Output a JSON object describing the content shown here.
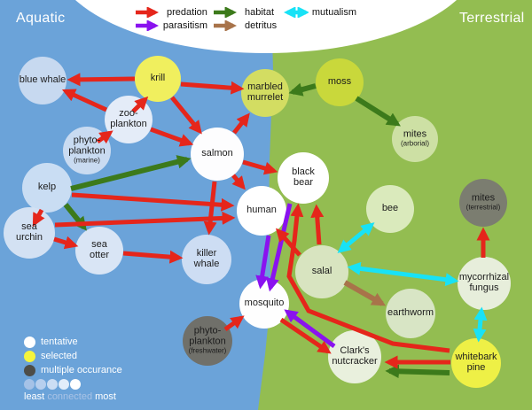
{
  "regions": {
    "aquatic": "Aquatic",
    "terrestrial": "Terrestrial"
  },
  "palette": {
    "aquatic_bg": "#6ba3d9",
    "terrestrial_bg": "#93bd51",
    "predation": "#e5261b",
    "parasitism": "#8a12ef",
    "habitat": "#3c7a1b",
    "detritus": "#a8734a",
    "mutualism": "#18e2f6",
    "tentative": "#ffffff",
    "selected": "#f4f43d",
    "multiple_occurance": "#4d4d48"
  },
  "relation_legend": [
    {
      "label": "predation",
      "color": "#e5261b",
      "double": false
    },
    {
      "label": "habitat",
      "color": "#3c7a1b",
      "double": false
    },
    {
      "label": "mutualism",
      "color": "#18e2f6",
      "double": true
    },
    {
      "label": "parasitism",
      "color": "#8a12ef",
      "double": false
    },
    {
      "label": "detritus",
      "color": "#a8734a",
      "double": false
    }
  ],
  "node_legend": {
    "tentative": "tentative",
    "selected": "selected",
    "multiple": "multiple occurance",
    "scale_least": "least",
    "scale_connected": "connected",
    "scale_most": "most",
    "gradient": [
      "#a5c2e7",
      "#b7cfee",
      "#cbddf4",
      "#e3edfa",
      "#ffffff"
    ]
  },
  "nodes": [
    {
      "id": "blue-whale",
      "label": "blue whale",
      "color": "#c7d9f0"
    },
    {
      "id": "krill",
      "label": "krill",
      "color": "#f0ef5e"
    },
    {
      "id": "zoo-plankton",
      "label": "zoo-plankton",
      "color": "#e4ecf8"
    },
    {
      "id": "phyto-marine",
      "label": "phyto-plankton",
      "sub": "(marine)",
      "color": "#c9dbf1"
    },
    {
      "id": "kelp",
      "label": "kelp",
      "color": "#c9ddf3"
    },
    {
      "id": "sea-urchin",
      "label": "sea urchin",
      "color": "#d3e1f3"
    },
    {
      "id": "sea-otter",
      "label": "sea otter",
      "color": "#d9e5f5"
    },
    {
      "id": "salmon",
      "label": "salmon",
      "color": "#fdfdfe"
    },
    {
      "id": "killer-whale",
      "label": "killer whale",
      "color": "#cdddf3"
    },
    {
      "id": "marbled-murrelet",
      "label": "marbled murrelet",
      "color": "#d3dd62"
    },
    {
      "id": "black-bear",
      "label": "black bear",
      "color": "#ffffff"
    },
    {
      "id": "human",
      "label": "human",
      "color": "#ffffff"
    },
    {
      "id": "mosquito",
      "label": "mosquito",
      "color": "#fefefe"
    },
    {
      "id": "phyto-freshwater",
      "label": "phyto-plankton",
      "sub": "(freshwater)",
      "color": "#70706a"
    },
    {
      "id": "moss",
      "label": "moss",
      "color": "#c9d83b"
    },
    {
      "id": "mites-arborial",
      "label": "mites",
      "sub": "(arborial)",
      "color": "#cde0a4"
    },
    {
      "id": "bee",
      "label": "bee",
      "color": "#daeabc"
    },
    {
      "id": "mites-terrestrial",
      "label": "mites",
      "sub": "(terrestrial)",
      "color": "#7b7d70"
    },
    {
      "id": "salal",
      "label": "salal",
      "color": "#d8e4c0"
    },
    {
      "id": "earthworm",
      "label": "earthworm",
      "color": "#d8e5c5"
    },
    {
      "id": "mycorrhizal-fungus",
      "label": "mycorrhizal fungus",
      "color": "#e7eedb"
    },
    {
      "id": "clarks-nutcracker",
      "label": "Clark's nutcracker",
      "color": "#e9f0dd"
    },
    {
      "id": "whitebark-pine",
      "label": "whitebark pine",
      "color": "#eef046"
    }
  ],
  "edges": [
    {
      "from": "krill",
      "to": "blue whale",
      "type": "predation"
    },
    {
      "from": "zoo-plankton",
      "to": "blue whale",
      "type": "predation"
    },
    {
      "from": "phyto-plankton (marine)",
      "to": "zoo-plankton",
      "type": "predation"
    },
    {
      "from": "zoo-plankton",
      "to": "krill",
      "type": "predation"
    },
    {
      "from": "zoo-plankton",
      "to": "salmon",
      "type": "predation"
    },
    {
      "from": "krill",
      "to": "salmon",
      "type": "predation"
    },
    {
      "from": "krill",
      "to": "marbled murrelet",
      "type": "predation"
    },
    {
      "from": "salmon",
      "to": "marbled murrelet",
      "type": "predation"
    },
    {
      "from": "salmon",
      "to": "black bear",
      "type": "predation"
    },
    {
      "from": "salmon",
      "to": "human",
      "type": "predation"
    },
    {
      "from": "salmon",
      "to": "killer whale",
      "type": "predation"
    },
    {
      "from": "kelp",
      "to": "sea urchin",
      "type": "predation"
    },
    {
      "from": "kelp",
      "to": "human",
      "type": "predation"
    },
    {
      "from": "sea urchin",
      "to": "human",
      "type": "predation"
    },
    {
      "from": "sea urchin",
      "to": "sea otter",
      "type": "predation"
    },
    {
      "from": "sea otter",
      "to": "killer whale",
      "type": "predation"
    },
    {
      "from": "salal",
      "to": "human",
      "type": "predation"
    },
    {
      "from": "salal",
      "to": "black bear",
      "type": "predation"
    },
    {
      "from": "whitebark pine",
      "to": "black bear",
      "type": "predation"
    },
    {
      "from": "mosquito",
      "to": "Clark's nutcracker",
      "type": "predation"
    },
    {
      "from": "phyto-plankton (freshwater)",
      "to": "mosquito",
      "type": "predation"
    },
    {
      "from": "whitebark pine",
      "to": "Clark's nutcracker",
      "type": "predation"
    },
    {
      "from": "mycorrhizal fungus",
      "to": "mites (terrestrial)",
      "type": "predation"
    },
    {
      "from": "human",
      "to": "mosquito",
      "type": "parasitism"
    },
    {
      "from": "black bear",
      "to": "mosquito",
      "type": "parasitism"
    },
    {
      "from": "Clark's nutcracker",
      "to": "mosquito",
      "type": "parasitism"
    },
    {
      "from": "kelp",
      "to": "salmon",
      "type": "habitat"
    },
    {
      "from": "kelp",
      "to": "sea otter",
      "type": "habitat"
    },
    {
      "from": "moss",
      "to": "marbled murrelet",
      "type": "habitat"
    },
    {
      "from": "moss",
      "to": "mites (arborial)",
      "type": "habitat"
    },
    {
      "from": "whitebark pine",
      "to": "Clark's nutcracker",
      "type": "habitat"
    },
    {
      "from": "salal",
      "to": "earthworm",
      "type": "detritus"
    },
    {
      "from": "salal",
      "to": "bee",
      "type": "mutualism"
    },
    {
      "from": "salal",
      "to": "mycorrhizal fungus",
      "type": "mutualism"
    },
    {
      "from": "whitebark pine",
      "to": "mycorrhizal fungus",
      "type": "mutualism"
    }
  ]
}
